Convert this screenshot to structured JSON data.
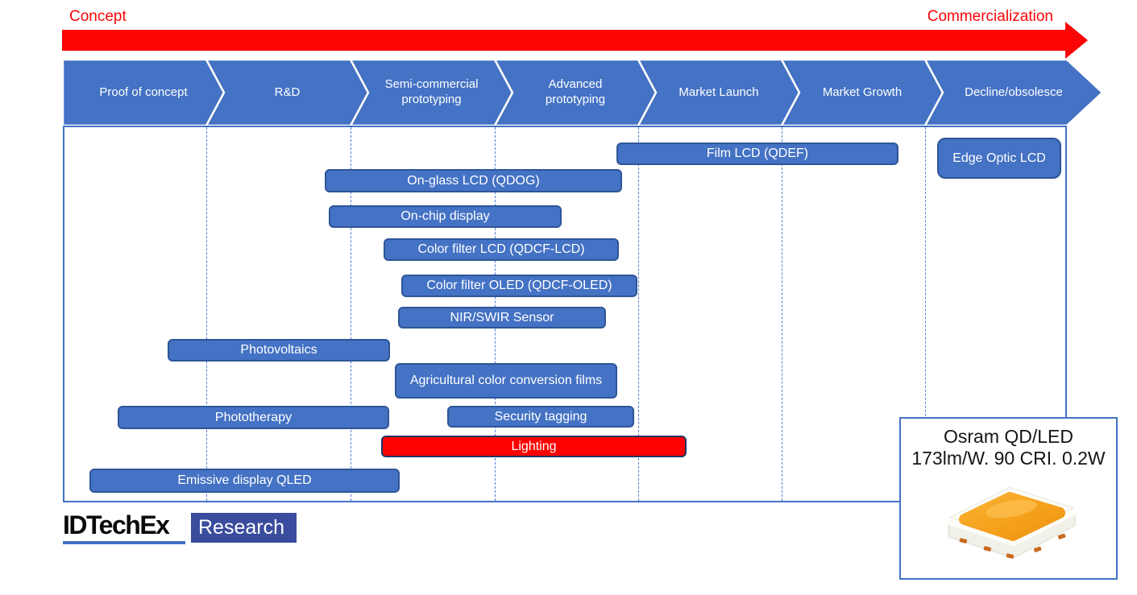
{
  "header": {
    "concept": "Concept",
    "commercialization": "Commercialization"
  },
  "stages": [
    "Proof of concept",
    "R&D",
    "Semi-commercial prototyping",
    "Advanced prototyping",
    "Market Launch",
    "Market Growth",
    "Decline/obsolesce"
  ],
  "items": {
    "film_lcd": {
      "label": "Film LCD (QDEF)",
      "color": "#4472c4"
    },
    "edge_optic": {
      "label": "Edge Optic LCD",
      "color": "#4472c4"
    },
    "on_glass": {
      "label": "On-glass LCD (QDOG)",
      "color": "#4472c4"
    },
    "on_chip": {
      "label": "On-chip display",
      "color": "#4472c4"
    },
    "cf_lcd": {
      "label": "Color filter LCD (QDCF-LCD)",
      "color": "#4472c4"
    },
    "cf_oled": {
      "label": "Color filter OLED (QDCF-OLED)",
      "color": "#4472c4"
    },
    "nir_swir": {
      "label": "NIR/SWIR Sensor",
      "color": "#4472c4"
    },
    "photovoltaics": {
      "label": "Photovoltaics",
      "color": "#4472c4"
    },
    "agricultural": {
      "label": "Agricultural color conversion films",
      "color": "#4472c4"
    },
    "phototherapy": {
      "label": "Phototherapy",
      "color": "#4472c4"
    },
    "security": {
      "label": "Security tagging",
      "color": "#4472c4"
    },
    "lighting": {
      "label": "Lighting",
      "color": "#fd0202"
    },
    "emissive": {
      "label": "Emissive display QLED",
      "color": "#4472c4"
    }
  },
  "callout": {
    "line1": "Osram QD/LED",
    "line2": "173lm/W. 90 CRI. 0.2W",
    "image": "osram-qd-led-package"
  },
  "logo": {
    "brand": "IDTechEx",
    "badge": "Research"
  },
  "colors": {
    "bar_blue": "#4472c4",
    "bar_border": "#2f5597",
    "arrow_red": "#fb0505",
    "lighting_red": "#fd0202",
    "lighting_border": "#1f3864",
    "gridline_blue": "#4f7ed3",
    "logo_badge_blue": "#3a4c9e",
    "led_orange": "#f5a623"
  }
}
